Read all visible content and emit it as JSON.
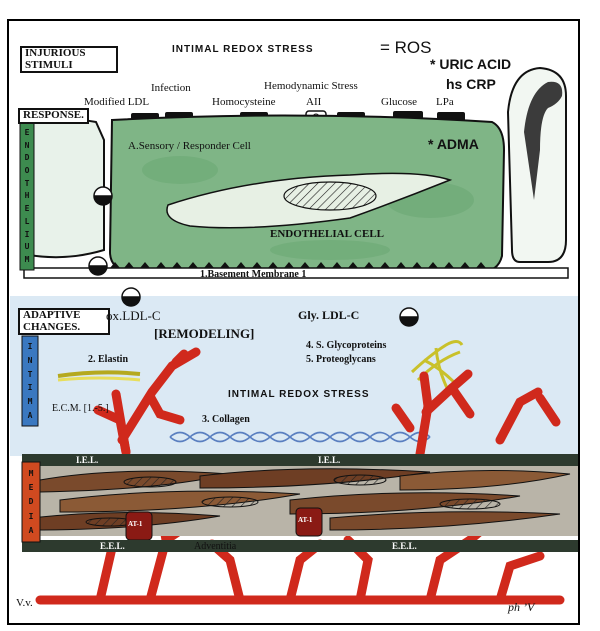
{
  "labels": {
    "injurious_stimuli": "INJURIOUS STIMULI",
    "intimal_redox_stress_top": "INTIMAL REDOX STRESS",
    "eq_ros": "= ROS",
    "uric_acid": "* URIC ACID",
    "hs_crp": "hs CRP",
    "adma": "* ADMA",
    "infection": "Infection",
    "hemodynamic_stress": "Hemodynamic Stress",
    "modified_ldl": "Modified LDL",
    "homocysteine": "Homocysteine",
    "aii": "AII",
    "glucose": "Glucose",
    "lpa": "LPa",
    "response": "RESPONSE.",
    "sensory_cell": "A.Sensory / Responder Cell",
    "endothelial_cell": "ENDOTHELIAL CELL",
    "basement_membrane": "1.Basement Membrane 1",
    "adaptive_changes": "ADAPTIVE CHANGES.",
    "ox_ldl": "ox.LDL-C",
    "remodeling": "[REMODELING]",
    "gly_ldl": "Gly. LDL-C",
    "elastin": "2. Elastin",
    "glycoproteins": "4. S. Glycoproteins",
    "proteoglycans": "5. Proteoglycans",
    "intimal_redox_stress_mid": "INTIMAL REDOX STRESS",
    "ecm": "E.C.M. [1.-5.]",
    "collagen": "3. Collagen",
    "iel_left": "I.E.L.",
    "iel_right": "I.E.L.",
    "at1_left": "AT-1",
    "at1_right": "AT-1",
    "eel_left": "E.E.L.",
    "adventitia": "Adventitia",
    "eel_right": "E.E.L.",
    "vv": "V.v.",
    "signature": "ph ’V"
  },
  "side_labels": {
    "endothelium": [
      "E",
      "N",
      "D",
      "O",
      "T",
      "H",
      "E",
      "L",
      "I",
      "U",
      "M"
    ],
    "intima": [
      "I",
      "N",
      "T",
      "I",
      "M",
      "A"
    ],
    "media": [
      "M",
      "E",
      "D",
      "I",
      "A"
    ]
  },
  "colors": {
    "endothelium": "#3d8b4f",
    "intima": "#3a78c0",
    "media": "#d04a20",
    "cell_green": "#7fb586",
    "artery_red": "#d0291c",
    "muscle_brown": "#7a4a2c",
    "lamina_dark": "#2d3a2e"
  }
}
